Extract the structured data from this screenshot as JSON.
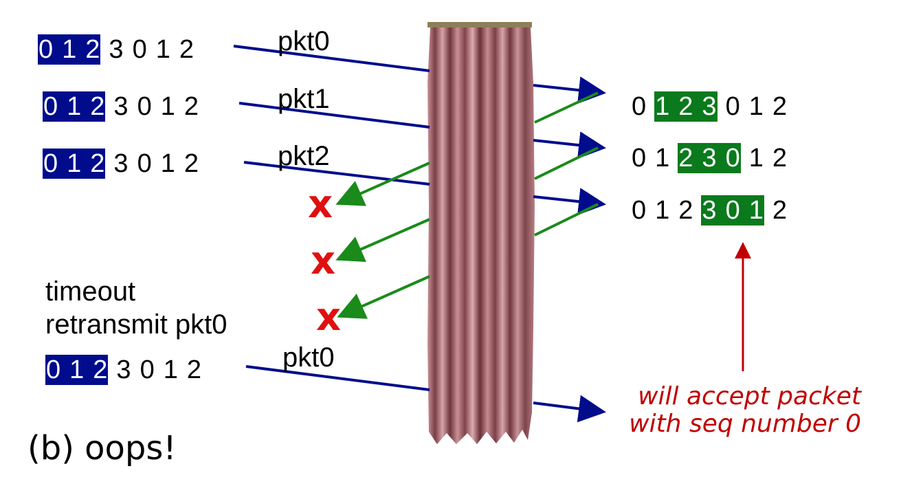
{
  "sender_rows": [
    {
      "digits": [
        "0",
        "1",
        "2",
        "3",
        "0",
        "1",
        "2"
      ],
      "window": [
        0,
        2
      ]
    },
    {
      "digits": [
        "0",
        "1",
        "2",
        "3",
        "0",
        "1",
        "2"
      ],
      "window": [
        0,
        2
      ]
    },
    {
      "digits": [
        "0",
        "1",
        "2",
        "3",
        "0",
        "1",
        "2"
      ],
      "window": [
        0,
        2
      ]
    },
    {
      "digits": [
        "0",
        "1",
        "2",
        "3",
        "0",
        "1",
        "2"
      ],
      "window": [
        0,
        2
      ]
    }
  ],
  "receiver_rows": [
    {
      "digits": [
        "0",
        "1",
        "2",
        "3",
        "0",
        "1",
        "2"
      ],
      "window": [
        1,
        3
      ]
    },
    {
      "digits": [
        "0",
        "1",
        "2",
        "3",
        "0",
        "1",
        "2"
      ],
      "window": [
        2,
        4
      ]
    },
    {
      "digits": [
        "0",
        "1",
        "2",
        "3",
        "0",
        "1",
        "2"
      ],
      "window": [
        3,
        5
      ]
    }
  ],
  "packet_labels": [
    "pkt0",
    "pkt1",
    "pkt2",
    "pkt0"
  ],
  "timeout_label": "timeout",
  "retransmit_label": "retransmit pkt0",
  "lost_marks": [
    "x",
    "x",
    "x"
  ],
  "note_lines": [
    "will accept packet",
    "with seq number 0"
  ],
  "caption": "(b) oops!",
  "colors": {
    "sender_window": "#000c8c",
    "receiver_window": "#0a7a1c",
    "data_arrow": "#000c8c",
    "ack_arrow": "#1a8a1a",
    "lost_mark": "#e01010",
    "note": "#c00000",
    "curtain": "#b57a80"
  }
}
